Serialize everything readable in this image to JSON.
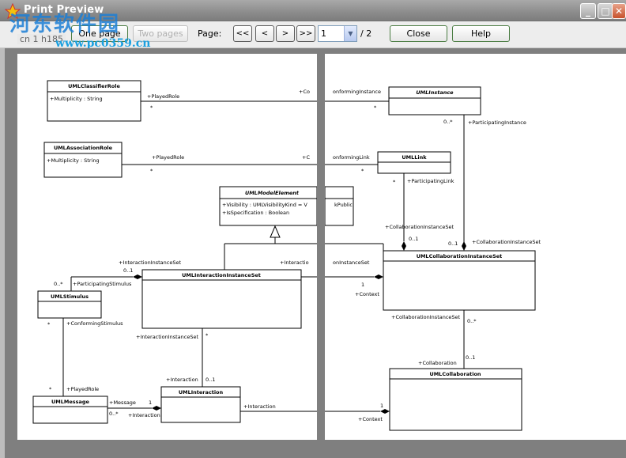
{
  "window": {
    "title": "Print Preview",
    "controls": {
      "minimize": "_",
      "maximize": "□",
      "close": "✕"
    }
  },
  "watermark": {
    "logo": "河东软件园",
    "url": "www.pc0359.cn",
    "code": "cn 1 h185"
  },
  "toolbar": {
    "one_page": "One page",
    "two_pages": "Two pages",
    "page_label": "Page:",
    "first": "<<",
    "prev": "<",
    "next": ">",
    "last": ">>",
    "page_value": "1",
    "page_total": "/ 2",
    "close": "Close",
    "help": "Help"
  },
  "colors": {
    "window_bg": "#7f7f7f",
    "toolbar_bg": "#ededed",
    "button_border": "#4b7d43"
  },
  "diagram_left": {
    "classes": {
      "classifier_role": {
        "name": "UMLClassifierRole",
        "attr": "+Multiplicity : String"
      },
      "association_role": {
        "name": "UMLAssociationRole",
        "attr": "+Multiplicity : String"
      },
      "model_element": {
        "name": "UMLModelElement",
        "attr1": "+Visibility : UMLVisibilityKind = V",
        "attr2": "+IsSpecification : Boolean"
      },
      "interaction_instance_set": {
        "name": "UMLInteractionInstanceSet"
      },
      "stimulus": {
        "name": "UMLStimulus"
      },
      "message": {
        "name": "UMLMessage"
      },
      "interaction": {
        "name": "UMLInteraction"
      }
    },
    "labels": {
      "played_role_1": "+PlayedRole",
      "played_role_2": "+PlayedRole",
      "played_role_3": "+PlayedRole",
      "cut_co_1": "+Co",
      "cut_co_2": "+C",
      "cut_interactio": "+Interactio",
      "interaction_instance_set_1": "+InteractionInstanceSet",
      "participating_stimulus": "+ParticipatingStimulus",
      "conforming_stimulus": "+ConformingStimulus",
      "interaction_instance_set_2": "+InteractionInstanceSet",
      "interaction_1": "+Interaction",
      "interaction_2": "+Interaction",
      "interaction_3": "+Interaction",
      "message": "+Message",
      "mult_01_a": "0..1",
      "mult_0n_a": "0..*",
      "mult_01_b": "0..1",
      "mult_0n_b": "0..*",
      "star_1": "*",
      "star_2": "*",
      "star_3": "*",
      "star_4": "*",
      "star_5": "*",
      "one": "1"
    }
  },
  "diagram_right": {
    "classes": {
      "instance": {
        "name": "UMLInstance"
      },
      "link": {
        "name": "UMLLink"
      },
      "collab_instance_set": {
        "name": "UMLCollaborationInstanceSet"
      },
      "collaboration": {
        "name": "UMLCollaboration"
      },
      "partial_public": "kPublic"
    },
    "labels": {
      "conforming_instance": "onformingInstance",
      "participating_instance": "+ParticipatingInstance",
      "conforming_link": "onformingLink",
      "participating_link": "+ParticipatingLink",
      "collaboration_instance_set_1": "+CollaborationInstanceSet",
      "collaboration_instance_set_2": "+CollaborationInstanceSet",
      "collaboration_instance_set_3": "+CollaborationInstanceSet",
      "cut_interaction_instance_set": "onInstanceSet",
      "context_1": "+Context",
      "context_2": "+Context",
      "collaboration": "+Collaboration",
      "mult_0n_a": "0..*",
      "mult_01_a": "0..1",
      "mult_0n_b": "0..*",
      "mult_01_b": "0..1",
      "star_1": "*",
      "star_2": "*",
      "star_3": "*",
      "one_1": "1",
      "one_2": "1"
    }
  }
}
